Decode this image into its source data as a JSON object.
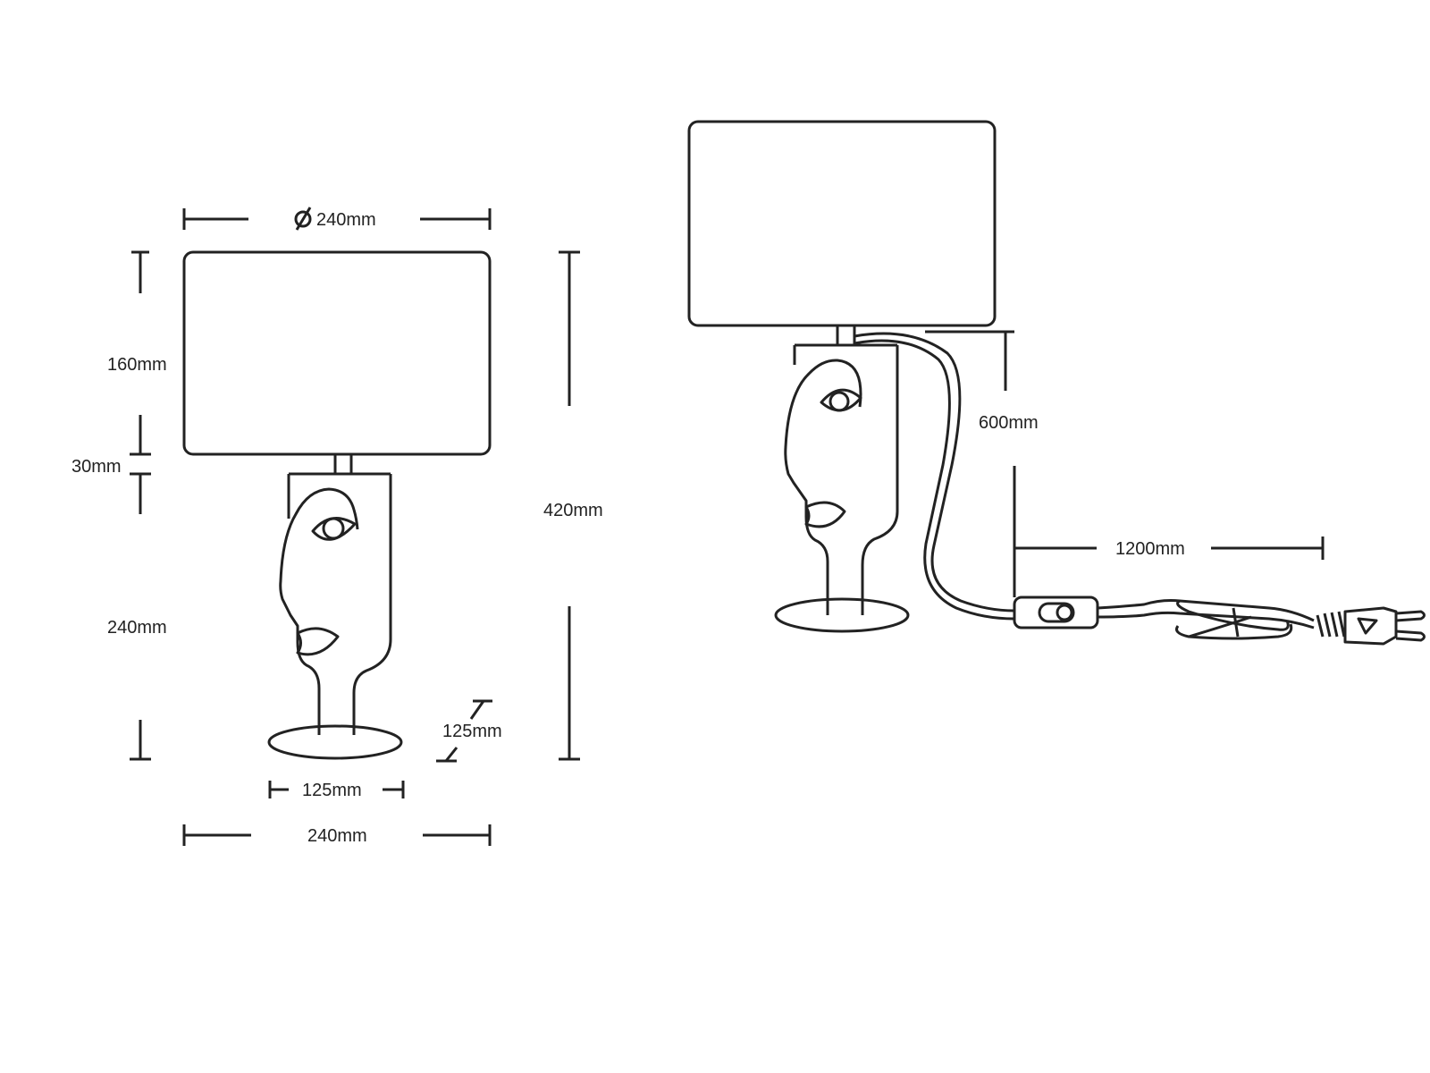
{
  "front_view": {
    "dimensions": {
      "shade_diameter": "240mm",
      "shade_height": "160mm",
      "neck_height": "30mm",
      "base_height": "240mm",
      "total_height": "420mm",
      "foot_depth": "125mm",
      "foot_width": "125mm",
      "overall_width": "240mm"
    }
  },
  "side_view": {
    "dimensions": {
      "cable_to_switch": "600mm",
      "cable_switch_to_plug": "1200mm"
    }
  },
  "colors": {
    "line": "#222222",
    "background": "#ffffff"
  }
}
